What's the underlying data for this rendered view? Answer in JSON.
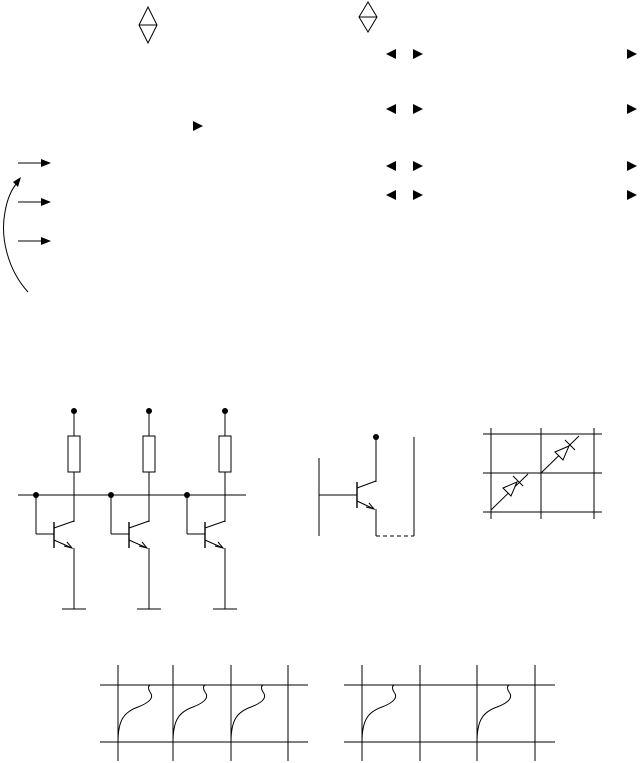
{
  "diagram": {
    "background_color": "#ffffff",
    "line_color": "#000000",
    "panels": [
      "top-left-arrow-panel",
      "top-right-arrow-rows",
      "transistor-array-circuit",
      "single-transistor-circuit",
      "diode-matrix",
      "curve-grid-left",
      "curve-grid-right"
    ],
    "icons": [
      "diamond-icon",
      "arrow-right-icon",
      "arrow-left-icon",
      "transistor-icon",
      "resistor-icon",
      "diode-icon",
      "junction-dot-icon"
    ],
    "transistor_count": 3,
    "arrow_rows_right": 4,
    "curve_grid_left_columns": 4,
    "curve_grid_right_columns": 4
  }
}
